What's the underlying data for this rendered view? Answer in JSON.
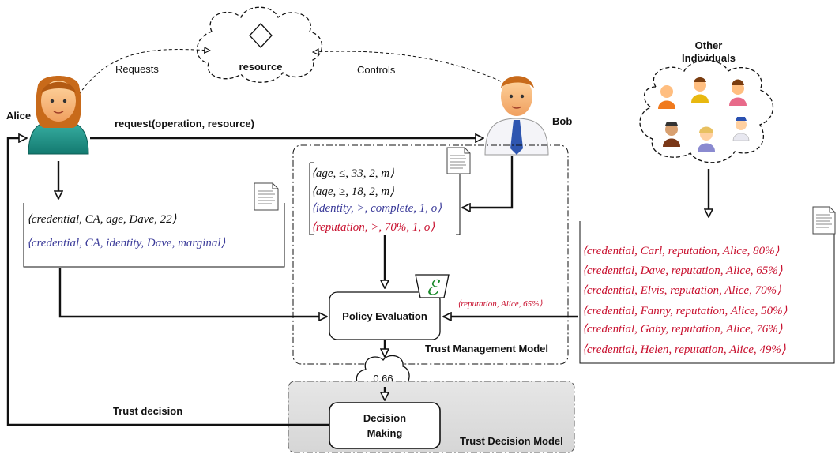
{
  "labels": {
    "resource": "resource",
    "requests": "Requests",
    "controls": "Controls",
    "alice": "Alice",
    "bob": "Bob",
    "request": "request(operation, resource)",
    "other_line1": "Other",
    "other_line2": "Individuals",
    "policy_evaluation": "Policy Evaluation",
    "score": "0.66",
    "trust_management_model": "Trust Management Model",
    "decision_line1": "Decision",
    "decision_line2": "Making",
    "trust_decision_model": "Trust Decision Model",
    "trust_decision": "Trust decision",
    "engine_symbol": "ℰ"
  },
  "alice_credentials": [
    {
      "text": "⟨credential, CA, age, Dave, 22⟩",
      "color": "black"
    },
    {
      "text": "⟨credential, CA, identity, Dave, marginal⟩",
      "color": "blue"
    }
  ],
  "policy": [
    {
      "text": "⟨age, ≤, 33, 2, m⟩",
      "color": "black"
    },
    {
      "text": "⟨age, ≥, 18, 2, m⟩",
      "color": "black"
    },
    {
      "text": "⟨identity, >, complete, 1, o⟩",
      "color": "blue"
    },
    {
      "text": "⟨reputation, >, 70%, 1, o⟩",
      "color": "red"
    }
  ],
  "aggregated_reputation": "⟨reputation, Alice, 65%⟩",
  "reputation_credentials": [
    "⟨credential, Carl, reputation, Alice, 80%⟩",
    "⟨credential, Dave, reputation, Alice, 65%⟩",
    "⟨credential, Elvis, reputation, Alice, 70%⟩",
    "⟨credential, Fanny, reputation, Alice, 50%⟩",
    "⟨credential, Gaby, reputation, Alice, 76%⟩",
    "⟨credential, Helen, reputation, Alice, 49%⟩"
  ],
  "colors": {
    "black": "#111111",
    "blue": "#3a3a99",
    "red": "#c8102e",
    "decision_bg": "#e2e2e2"
  }
}
